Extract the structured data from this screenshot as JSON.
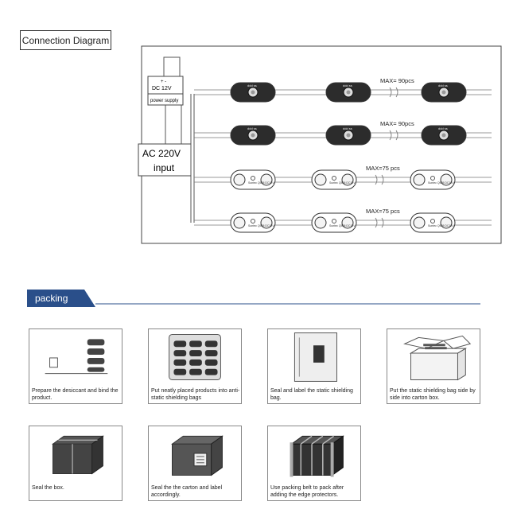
{
  "connection_diagram": {
    "title": "Connection Diagram",
    "power_supply": {
      "polarity": "+ -",
      "voltage": "DC 12V",
      "label": "power supply"
    },
    "ac_input": {
      "line1": "AC 220V",
      "line2": "input"
    },
    "rows": [
      {
        "max_label": "MAX= 90pcs",
        "module_text": [
          "ddd ss",
          "ddd ss",
          "ddd ss"
        ]
      },
      {
        "max_label": "MAX= 90pcs",
        "module_text": [
          "ddd ss",
          "ddd ss",
          "ddd ss"
        ]
      },
      {
        "max_label": "MAX=75 pcs",
        "module_text": [
          "Suntec",
          "Q505",
          "DC12V"
        ]
      },
      {
        "max_label": "MAX=75 pcs",
        "module_text": [
          "Suntec",
          "Q505",
          "DC12V"
        ]
      }
    ]
  },
  "packing": {
    "title": "packing",
    "steps": [
      {
        "caption": "Prepare the desiccant and bind the product."
      },
      {
        "caption": "Put neatly placed products into anti-static shielding bags"
      },
      {
        "caption": "Seal and label the static shielding bag."
      },
      {
        "caption": "Put the static shielding bag side by side into carton box."
      },
      {
        "caption": "Seal the box."
      },
      {
        "caption": "Seal the the carton and label accordingly."
      },
      {
        "caption": "Use packing belt to pack after adding the edge protectors."
      }
    ]
  }
}
